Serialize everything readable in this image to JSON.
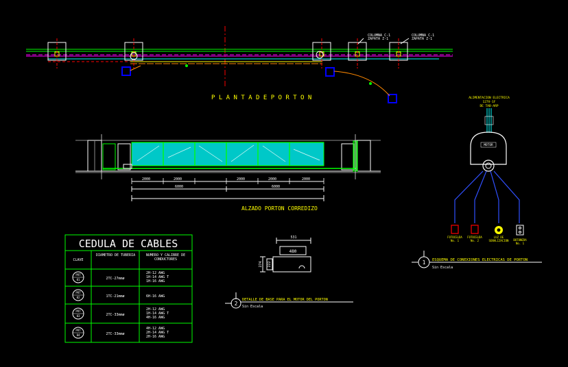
{
  "colors": {
    "bg": "#000000",
    "white": "#ffffff",
    "yellow": "#ffff00",
    "green": "#00ff00",
    "cyan": "#00ffff",
    "red": "#ff0000",
    "blue": "#0000ff",
    "magenta": "#ff00ff",
    "gray": "#8c8c8c",
    "orange": "#ff8800"
  },
  "plan": {
    "title": "P L A N T A   D E   P O R T O N",
    "col_label_1a": "COLUMNA C-1",
    "col_label_1b": "ZAPATA Z-1",
    "col_label_2a": "COLUMNA C-1",
    "col_label_2b": "ZAPATA Z-1"
  },
  "elevation": {
    "title": "ALZADO PORTON CORREDIZO",
    "panel_dims": [
      "2000",
      "2000",
      "2000",
      "2000",
      "2000"
    ],
    "total_dim_1": "6000",
    "total_dim_2": "6000"
  },
  "cable_table": {
    "title": "CEDULA DE CABLES",
    "headers": [
      "CLAVE",
      "DIAMETRO DE TUBERIA",
      "NUMERO Y CALIBRE DE CONDUCTORES"
    ],
    "rows": [
      {
        "key": [
          "PRT",
          "01"
        ],
        "pipe": "2TC-27mmø",
        "conductors": [
          "2H-12 AWG",
          "1H-14 AWG T",
          "1H-16 AWG"
        ]
      },
      {
        "key": [
          "PRT",
          "02"
        ],
        "pipe": "1TC-21mmø",
        "conductors": [
          "6H-16 AWG"
        ]
      },
      {
        "key": [
          "PRT",
          "03"
        ],
        "pipe": "2TC-33mmø",
        "conductors": [
          "2H-12 AWG",
          "1H-14 AWG T",
          "4H-16 AWG"
        ]
      },
      {
        "key": [
          "PRT",
          "04"
        ],
        "pipe": "2TC-33mmø",
        "conductors": [
          "4H-12 AWG",
          "2H-14 AWG T",
          "2H-16 AWG"
        ]
      }
    ]
  },
  "base_detail": {
    "dim_top": "531",
    "dim_inner": "480",
    "dim_left_outer": "274",
    "dim_left_inner": "222",
    "callout_number": "2",
    "title": "DETALLE DE BASE PARA EL MOTOR DEL PORTON",
    "scale": "Sin Escala"
  },
  "schematic": {
    "supply_label_1": "ALIMENTACION ELECTRICA",
    "supply_label_2": "127V-1F",
    "supply_label_3": "DE TAB-ARP",
    "motor_label": "MOTOR",
    "outputs": [
      {
        "l1": "FOTOCELDA",
        "l2": "No. 1"
      },
      {
        "l1": "FOTOCELDA",
        "l2": "No. 2"
      },
      {
        "l1": "LUZ DE",
        "l2": "SENALIZACION"
      },
      {
        "l1": "BOTONERA",
        "l2": "No. 1"
      }
    ],
    "callout_number": "1",
    "title": "ESQUEMA DE CONEXIONES ELECTRICAS DE PORTON",
    "scale": "Sin Escala"
  }
}
